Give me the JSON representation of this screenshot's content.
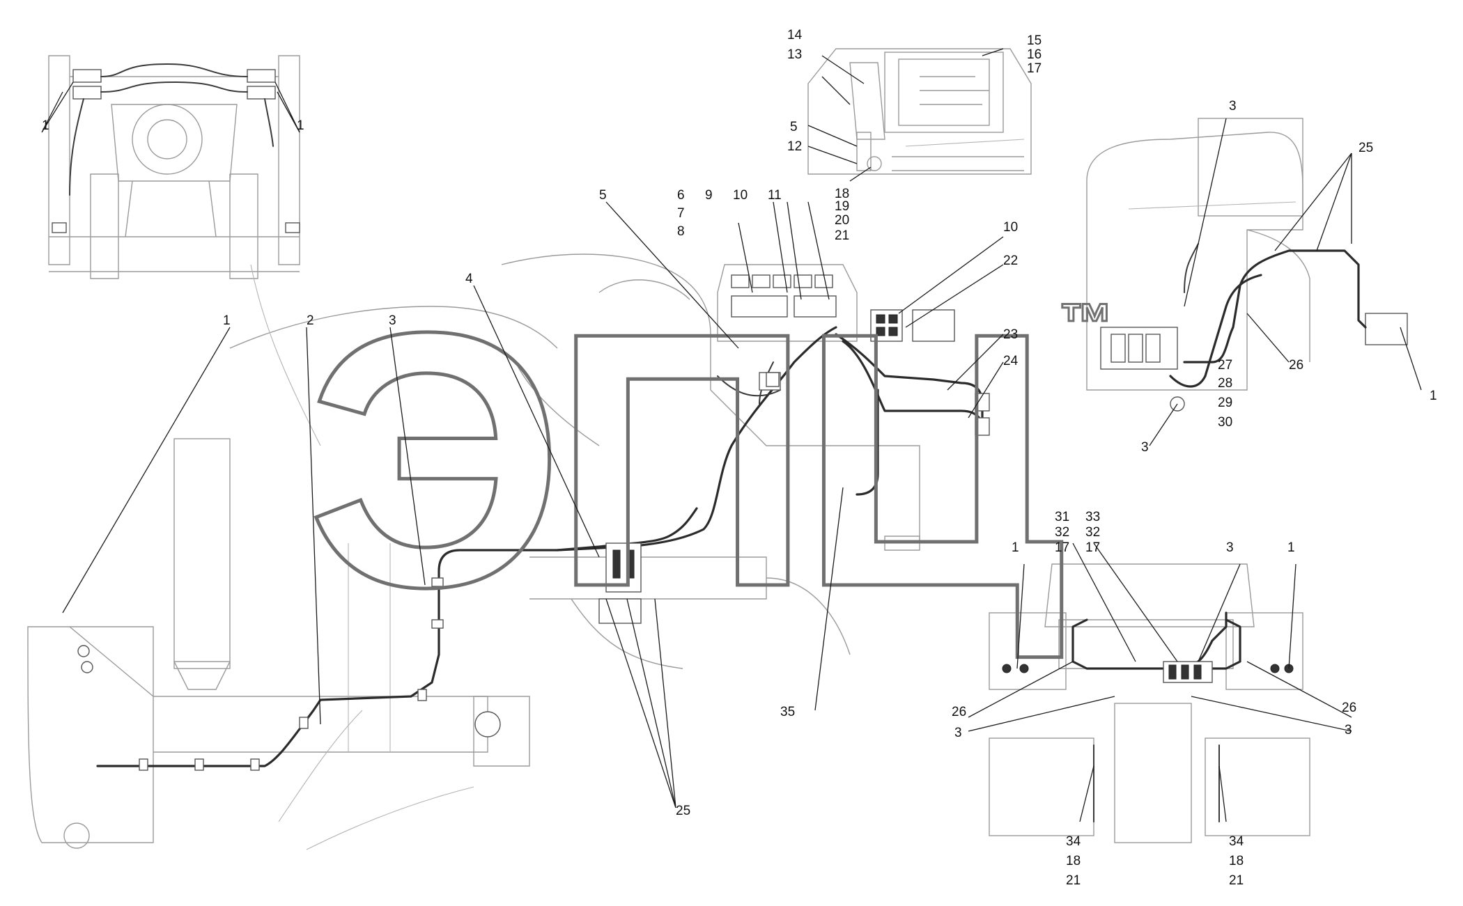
{
  "watermark": {
    "text": "ЭПЦ",
    "trademark": "™"
  },
  "corner_mark": "",
  "callouts": [
    {
      "id": "c1",
      "label": "1"
    },
    {
      "id": "c1b",
      "label": "1"
    },
    {
      "id": "c1c",
      "label": "1"
    },
    {
      "id": "c1d",
      "label": "1"
    },
    {
      "id": "c1e",
      "label": "1"
    },
    {
      "id": "c1f",
      "label": "1"
    },
    {
      "id": "c2",
      "label": "2"
    },
    {
      "id": "c3a",
      "label": "3"
    },
    {
      "id": "c3b",
      "label": "3"
    },
    {
      "id": "c3c",
      "label": "3"
    },
    {
      "id": "c3d",
      "label": "3"
    },
    {
      "id": "c3e",
      "label": "3"
    },
    {
      "id": "c3f",
      "label": "3"
    },
    {
      "id": "c4",
      "label": "4"
    },
    {
      "id": "c5a",
      "label": "5"
    },
    {
      "id": "c5b",
      "label": "5"
    },
    {
      "id": "c6",
      "label": "6"
    },
    {
      "id": "c7",
      "label": "7"
    },
    {
      "id": "c8",
      "label": "8"
    },
    {
      "id": "c9",
      "label": "9"
    },
    {
      "id": "c10a",
      "label": "10"
    },
    {
      "id": "c10b",
      "label": "10"
    },
    {
      "id": "c11",
      "label": "11"
    },
    {
      "id": "c12",
      "label": "12"
    },
    {
      "id": "c13",
      "label": "13"
    },
    {
      "id": "c14",
      "label": "14"
    },
    {
      "id": "c15",
      "label": "15"
    },
    {
      "id": "c16",
      "label": "16"
    },
    {
      "id": "c17a",
      "label": "17"
    },
    {
      "id": "c17b",
      "label": "17"
    },
    {
      "id": "c17c",
      "label": "17"
    },
    {
      "id": "c18a",
      "label": "18"
    },
    {
      "id": "c18b",
      "label": "18"
    },
    {
      "id": "c18c",
      "label": "18"
    },
    {
      "id": "c19",
      "label": "19"
    },
    {
      "id": "c20",
      "label": "20"
    },
    {
      "id": "c21a",
      "label": "21"
    },
    {
      "id": "c21b",
      "label": "21"
    },
    {
      "id": "c21c",
      "label": "21"
    },
    {
      "id": "c22",
      "label": "22"
    },
    {
      "id": "c23",
      "label": "23"
    },
    {
      "id": "c24",
      "label": "24"
    },
    {
      "id": "c25a",
      "label": "25"
    },
    {
      "id": "c25b",
      "label": "25"
    },
    {
      "id": "c26a",
      "label": "26"
    },
    {
      "id": "c26b",
      "label": "26"
    },
    {
      "id": "c26c",
      "label": "26"
    },
    {
      "id": "c27",
      "label": "27"
    },
    {
      "id": "c28",
      "label": "28"
    },
    {
      "id": "c29",
      "label": "29"
    },
    {
      "id": "c30",
      "label": "30"
    },
    {
      "id": "c31",
      "label": "31"
    },
    {
      "id": "c32a",
      "label": "32"
    },
    {
      "id": "c32b",
      "label": "32"
    },
    {
      "id": "c33",
      "label": "33"
    },
    {
      "id": "c34a",
      "label": "34"
    },
    {
      "id": "c34b",
      "label": "34"
    },
    {
      "id": "c35",
      "label": "35"
    }
  ]
}
